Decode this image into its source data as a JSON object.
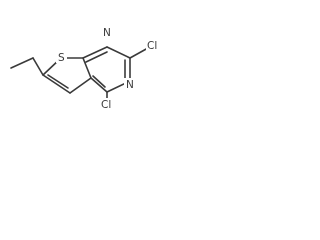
{
  "molecule": {
    "atoms": {
      "sulfur": "S",
      "nitrogen_1": "N",
      "nitrogen_3": "N",
      "chlorine_2": "Cl",
      "chlorine_4": "Cl"
    },
    "bond_color": "#3a3a3a",
    "label_color": "#3a3a3a",
    "background": "#ffffff"
  }
}
